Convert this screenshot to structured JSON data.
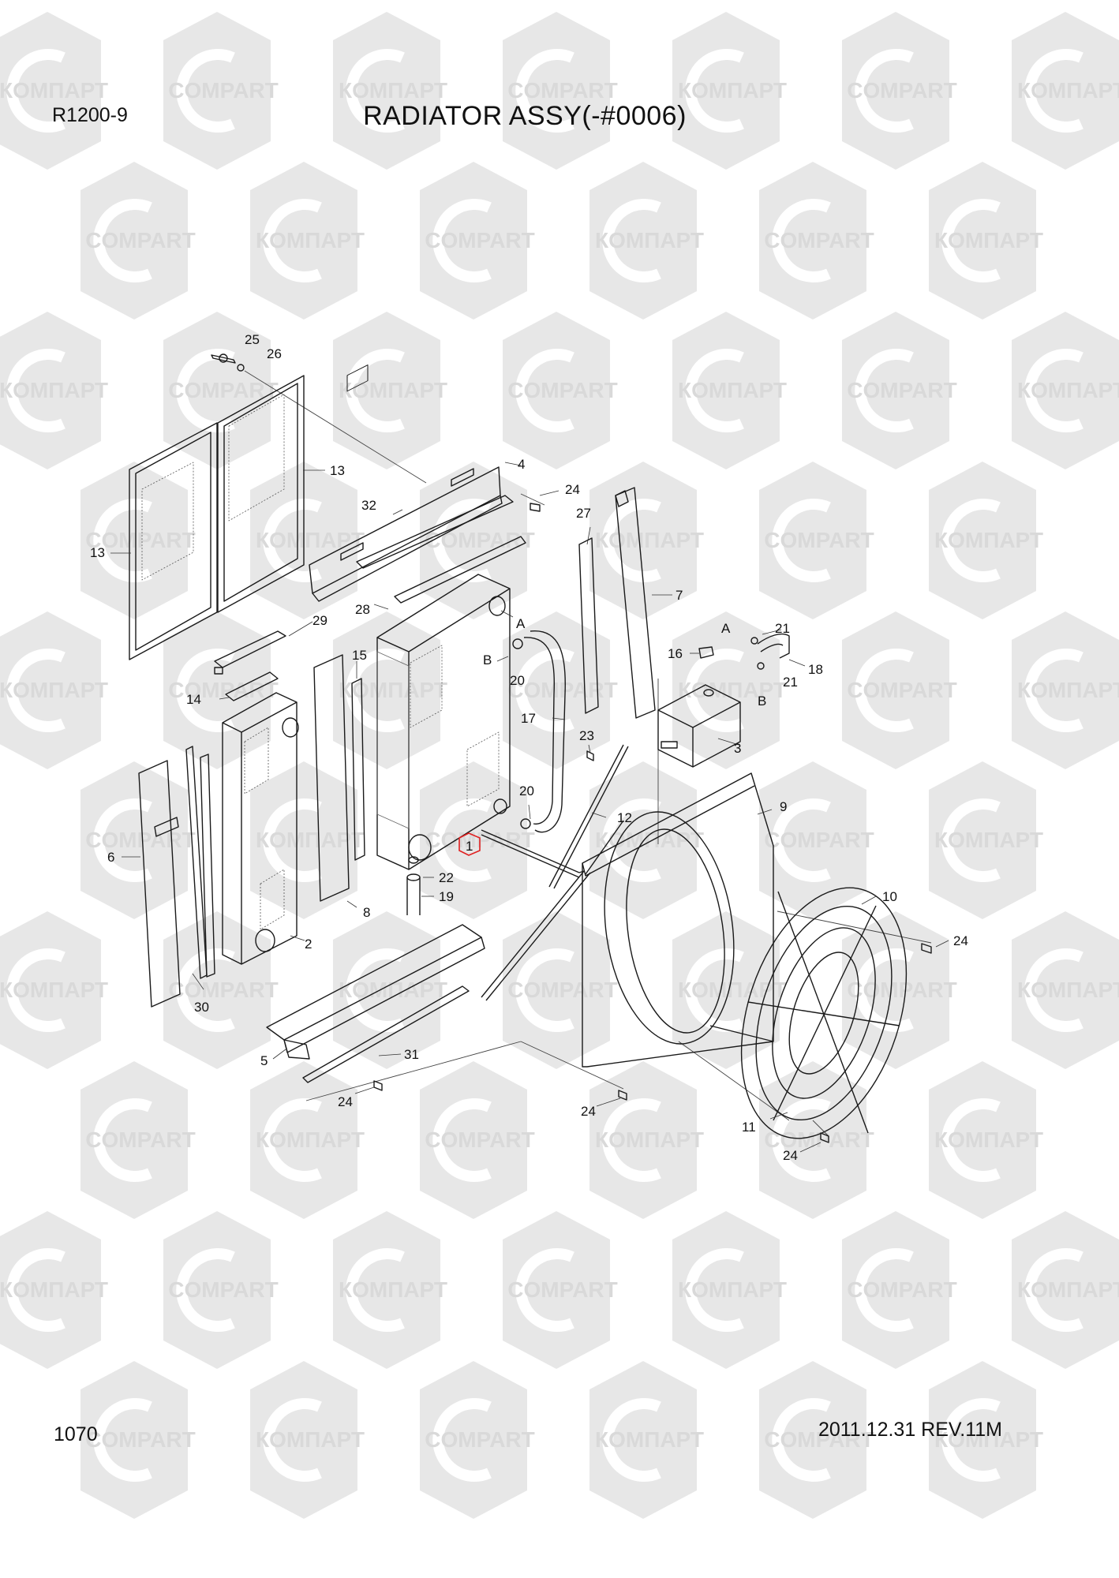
{
  "header": {
    "model": "R1200-9",
    "title": "RADIATOR ASSY(-#0006)"
  },
  "footer": {
    "page_number": "1070",
    "revision": "2011.12.31  REV.11M"
  },
  "watermark": {
    "text_cyrillic": "КОМПАРТ",
    "text_latin": "COMPART",
    "color": "#d9d9d9"
  },
  "highlight_color": "#e02020",
  "callouts": [
    {
      "id": "c25",
      "label": "25"
    },
    {
      "id": "c26",
      "label": "26"
    },
    {
      "id": "c13a",
      "label": "13"
    },
    {
      "id": "c13b",
      "label": "13"
    },
    {
      "id": "c4",
      "label": "4"
    },
    {
      "id": "c24a",
      "label": "24"
    },
    {
      "id": "c32",
      "label": "32"
    },
    {
      "id": "c27",
      "label": "27"
    },
    {
      "id": "c7",
      "label": "7"
    },
    {
      "id": "c28",
      "label": "28"
    },
    {
      "id": "c29",
      "label": "29"
    },
    {
      "id": "cA1",
      "label": "A"
    },
    {
      "id": "c21a",
      "label": "21"
    },
    {
      "id": "cA2",
      "label": "A"
    },
    {
      "id": "c16",
      "label": "16"
    },
    {
      "id": "c18",
      "label": "18"
    },
    {
      "id": "cB1",
      "label": "B"
    },
    {
      "id": "c20a",
      "label": "20"
    },
    {
      "id": "c21b",
      "label": "21"
    },
    {
      "id": "c15",
      "label": "15"
    },
    {
      "id": "c14",
      "label": "14"
    },
    {
      "id": "cB2",
      "label": "B"
    },
    {
      "id": "c17",
      "label": "17"
    },
    {
      "id": "c3",
      "label": "3"
    },
    {
      "id": "c23",
      "label": "23"
    },
    {
      "id": "c6",
      "label": "6"
    },
    {
      "id": "c20b",
      "label": "20"
    },
    {
      "id": "c12",
      "label": "12"
    },
    {
      "id": "c9",
      "label": "9"
    },
    {
      "id": "c1",
      "label": "1"
    },
    {
      "id": "c22",
      "label": "22"
    },
    {
      "id": "c19",
      "label": "19"
    },
    {
      "id": "c10",
      "label": "10"
    },
    {
      "id": "c8",
      "label": "8"
    },
    {
      "id": "c2",
      "label": "2"
    },
    {
      "id": "c24b",
      "label": "24"
    },
    {
      "id": "c30",
      "label": "30"
    },
    {
      "id": "c5",
      "label": "5"
    },
    {
      "id": "c31",
      "label": "31"
    },
    {
      "id": "c24c",
      "label": "24"
    },
    {
      "id": "c24d",
      "label": "24"
    },
    {
      "id": "c11",
      "label": "11"
    },
    {
      "id": "c24e",
      "label": "24"
    }
  ]
}
